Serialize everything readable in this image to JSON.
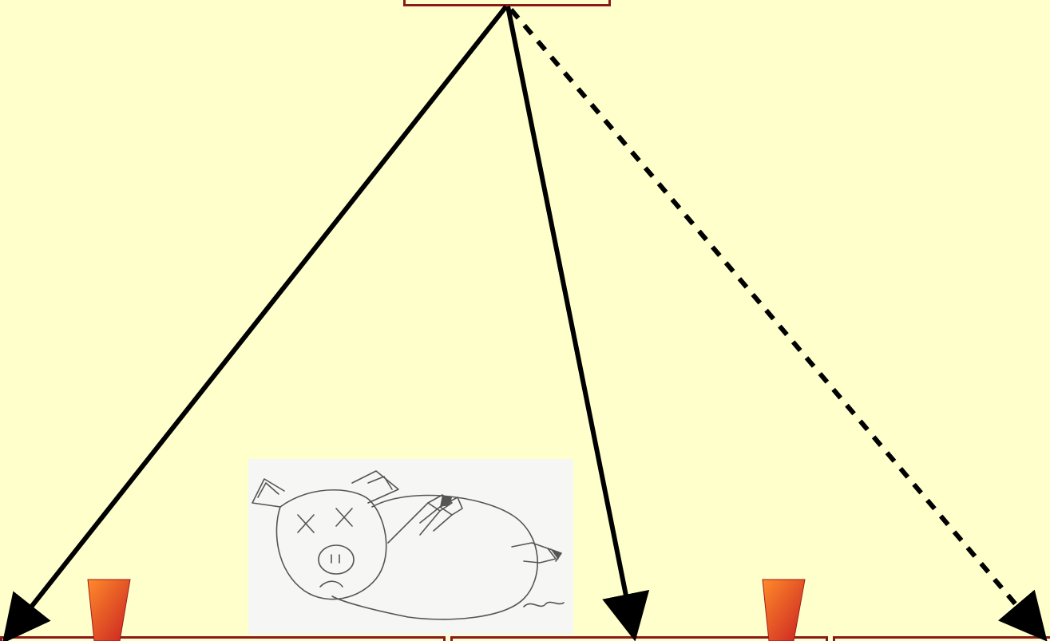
{
  "diagram": {
    "nodes": [
      {
        "id": "root",
        "label": ""
      },
      {
        "id": "left",
        "label": ""
      },
      {
        "id": "middle",
        "label": ""
      },
      {
        "id": "right",
        "label": ""
      }
    ],
    "edges": [
      {
        "from": "root",
        "to": "left",
        "style": "solid"
      },
      {
        "from": "root",
        "to": "middle",
        "style": "solid"
      },
      {
        "from": "root",
        "to": "right",
        "style": "dashed"
      }
    ],
    "illustration": "dead-pig-sketch",
    "markers": [
      "red-tag-icon",
      "red-tag-icon"
    ]
  },
  "colors": {
    "background": "#ffffcc",
    "box_border": "#8b1a1a",
    "arrow": "#000000",
    "marker_fill": "#e8402a",
    "pencil": "#555555"
  }
}
